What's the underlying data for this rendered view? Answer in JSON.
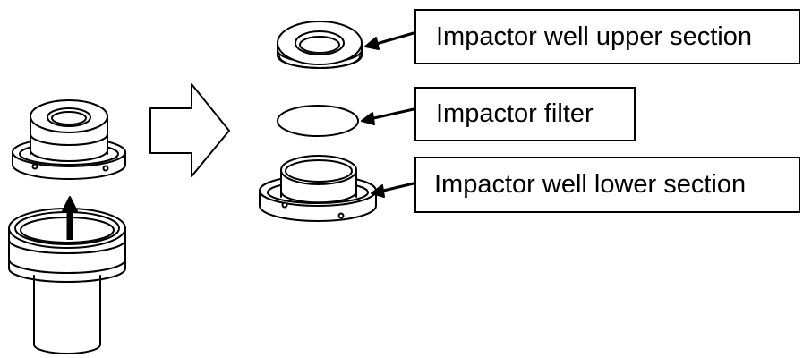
{
  "labels": {
    "upper_section": "Impactor well upper section",
    "filter": "Impactor filter",
    "lower_section": "Impactor well lower section"
  },
  "icons": {
    "direction_arrow": "hollow-right-arrow",
    "insertion_arrow": "up-arrow"
  },
  "colors": {
    "line": "#000000",
    "background": "#ffffff"
  }
}
